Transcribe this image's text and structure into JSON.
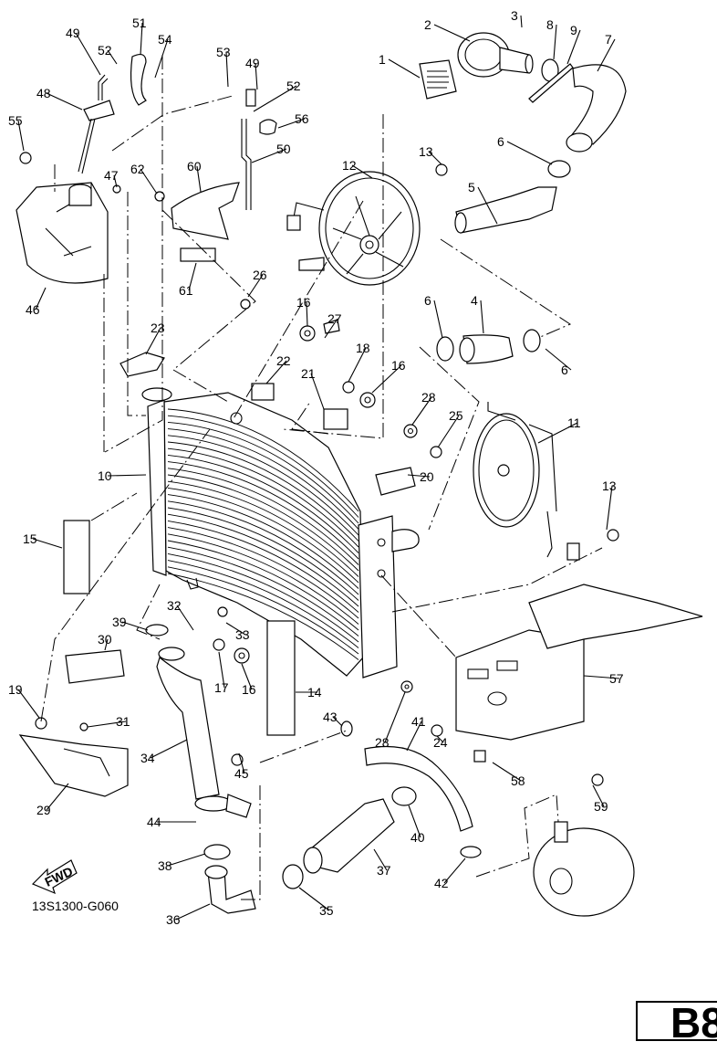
{
  "diagram": {
    "title": "Radiator / Hose exploded parts diagram",
    "drawing_code": "13S1300-G060",
    "page_label": "B8",
    "fwd_label": "FWD",
    "colors": {
      "line": "#000000",
      "background": "#ffffff"
    }
  },
  "callouts": [
    {
      "id": "c1",
      "text": "1"
    },
    {
      "id": "c2",
      "text": "2"
    },
    {
      "id": "c3",
      "text": "3"
    },
    {
      "id": "c4",
      "text": "4"
    },
    {
      "id": "c5",
      "text": "5"
    },
    {
      "id": "c6a",
      "text": "6"
    },
    {
      "id": "c6b",
      "text": "6"
    },
    {
      "id": "c6c",
      "text": "6"
    },
    {
      "id": "c7",
      "text": "7"
    },
    {
      "id": "c8",
      "text": "8"
    },
    {
      "id": "c9",
      "text": "9"
    },
    {
      "id": "c10",
      "text": "10"
    },
    {
      "id": "c11",
      "text": "11"
    },
    {
      "id": "c12",
      "text": "12"
    },
    {
      "id": "c13a",
      "text": "13"
    },
    {
      "id": "c13b",
      "text": "13"
    },
    {
      "id": "c14",
      "text": "14"
    },
    {
      "id": "c15",
      "text": "15"
    },
    {
      "id": "c16a",
      "text": "16"
    },
    {
      "id": "c16b",
      "text": "16"
    },
    {
      "id": "c16c",
      "text": "16"
    },
    {
      "id": "c17",
      "text": "17"
    },
    {
      "id": "c18",
      "text": "18"
    },
    {
      "id": "c19",
      "text": "19"
    },
    {
      "id": "c20",
      "text": "20"
    },
    {
      "id": "c21",
      "text": "21"
    },
    {
      "id": "c22",
      "text": "22"
    },
    {
      "id": "c23",
      "text": "23"
    },
    {
      "id": "c24",
      "text": "24"
    },
    {
      "id": "c25",
      "text": "25"
    },
    {
      "id": "c26",
      "text": "26"
    },
    {
      "id": "c27",
      "text": "27"
    },
    {
      "id": "c28a",
      "text": "28"
    },
    {
      "id": "c28b",
      "text": "28"
    },
    {
      "id": "c29",
      "text": "29"
    },
    {
      "id": "c30",
      "text": "30"
    },
    {
      "id": "c31",
      "text": "31"
    },
    {
      "id": "c32",
      "text": "32"
    },
    {
      "id": "c33",
      "text": "33"
    },
    {
      "id": "c34",
      "text": "34"
    },
    {
      "id": "c35",
      "text": "35"
    },
    {
      "id": "c36",
      "text": "36"
    },
    {
      "id": "c37",
      "text": "37"
    },
    {
      "id": "c38",
      "text": "38"
    },
    {
      "id": "c39",
      "text": "39"
    },
    {
      "id": "c40",
      "text": "40"
    },
    {
      "id": "c41",
      "text": "41"
    },
    {
      "id": "c42",
      "text": "42"
    },
    {
      "id": "c43",
      "text": "43"
    },
    {
      "id": "c44",
      "text": "44"
    },
    {
      "id": "c45",
      "text": "45"
    },
    {
      "id": "c46",
      "text": "46"
    },
    {
      "id": "c47",
      "text": "47"
    },
    {
      "id": "c48",
      "text": "48"
    },
    {
      "id": "c49a",
      "text": "49"
    },
    {
      "id": "c49b",
      "text": "49"
    },
    {
      "id": "c50",
      "text": "50"
    },
    {
      "id": "c51",
      "text": "51"
    },
    {
      "id": "c52a",
      "text": "52"
    },
    {
      "id": "c52b",
      "text": "52"
    },
    {
      "id": "c53",
      "text": "53"
    },
    {
      "id": "c54",
      "text": "54"
    },
    {
      "id": "c55",
      "text": "55"
    },
    {
      "id": "c56",
      "text": "56"
    },
    {
      "id": "c57",
      "text": "57"
    },
    {
      "id": "c58",
      "text": "58"
    },
    {
      "id": "c59",
      "text": "59"
    },
    {
      "id": "c60",
      "text": "60"
    },
    {
      "id": "c61",
      "text": "61"
    },
    {
      "id": "c62",
      "text": "62"
    }
  ]
}
